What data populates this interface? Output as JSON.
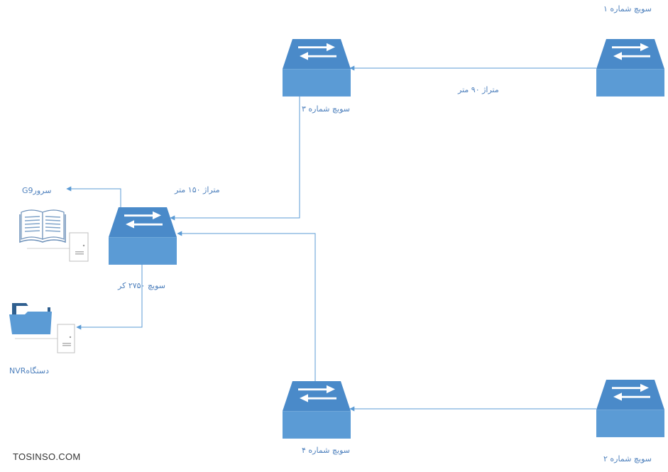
{
  "labels": {
    "switch1": "سویچ شماره ۱",
    "switch2": "سویچ شماره ۲",
    "switch3": "سویچ شماره ۳",
    "switch4": "سویچ شماره ۴",
    "switch_core": "سویچ ۲۷۵۰ کر",
    "link_90": "متراژ ۹۰ متر",
    "link_150": "متراژ ۱۵۰ متر",
    "server": "سرورG9",
    "nvr": "دستگاهNVR"
  },
  "watermark": "TOSINSO.COM",
  "colors": {
    "switch_fill": "#5b9bd5",
    "switch_top": "#4a8ac9",
    "switch_edge": "#3e78b2",
    "line": "#5b9bd5",
    "text": "#4f81bd"
  },
  "icons": [
    "network-switch-icon",
    "book-icon",
    "folder-icon",
    "server-tower-icon"
  ]
}
